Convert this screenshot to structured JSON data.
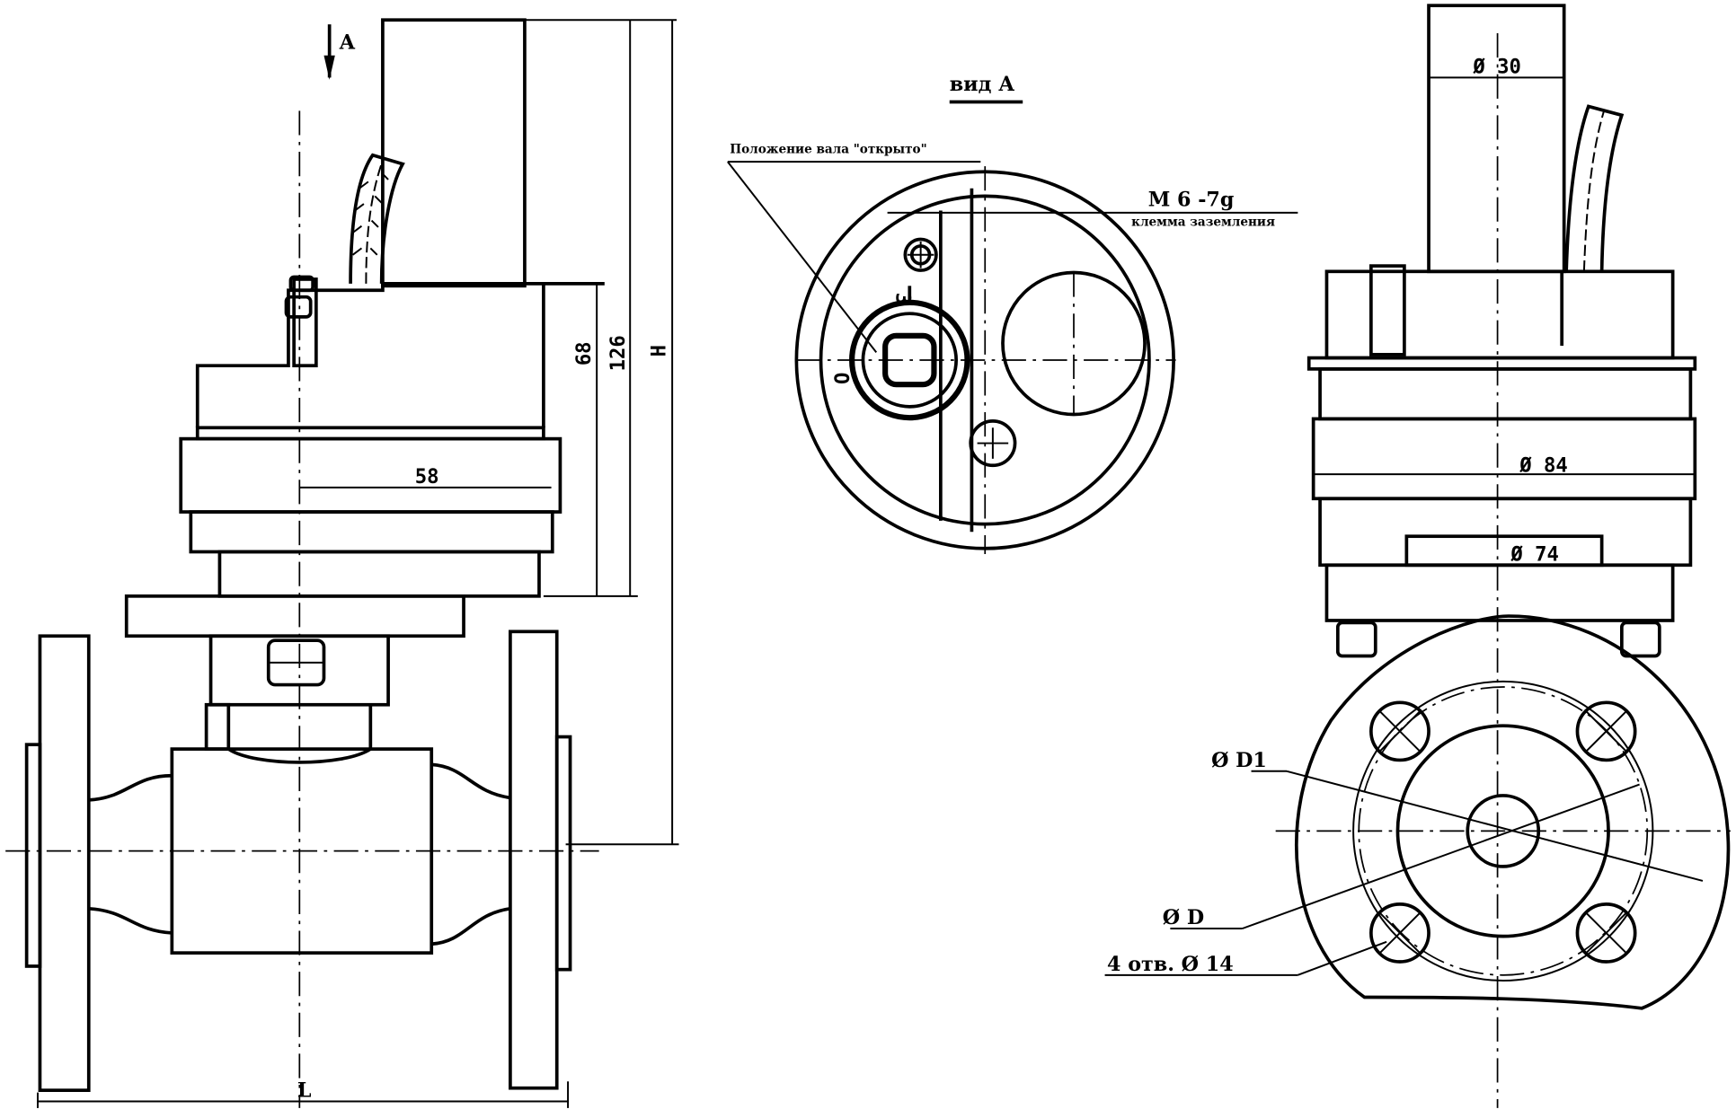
{
  "drawing": {
    "views": {
      "front": {
        "section_marker": "A",
        "dimensions": {
          "width_58": "58",
          "height_68": "68",
          "height_126": "126",
          "height_H": "H",
          "length_L": "L"
        }
      },
      "view_a": {
        "title": "вид А",
        "shaft_position_note": "Положение вала \"открыто\"",
        "thread_label": "М 6 -7g",
        "ground_terminal_label": "клемма заземления",
        "position_closed": "З",
        "position_open": "О"
      },
      "side": {
        "dimensions": {
          "dia_30": "Ø 30",
          "dia_84": "Ø 84",
          "dia_74": "Ø 74",
          "dia_D1": "Ø D1",
          "dia_D": "Ø D",
          "holes": "4 отв. Ø 14"
        }
      }
    },
    "colors": {
      "ink": "#000000",
      "paper": "#ffffff"
    }
  }
}
